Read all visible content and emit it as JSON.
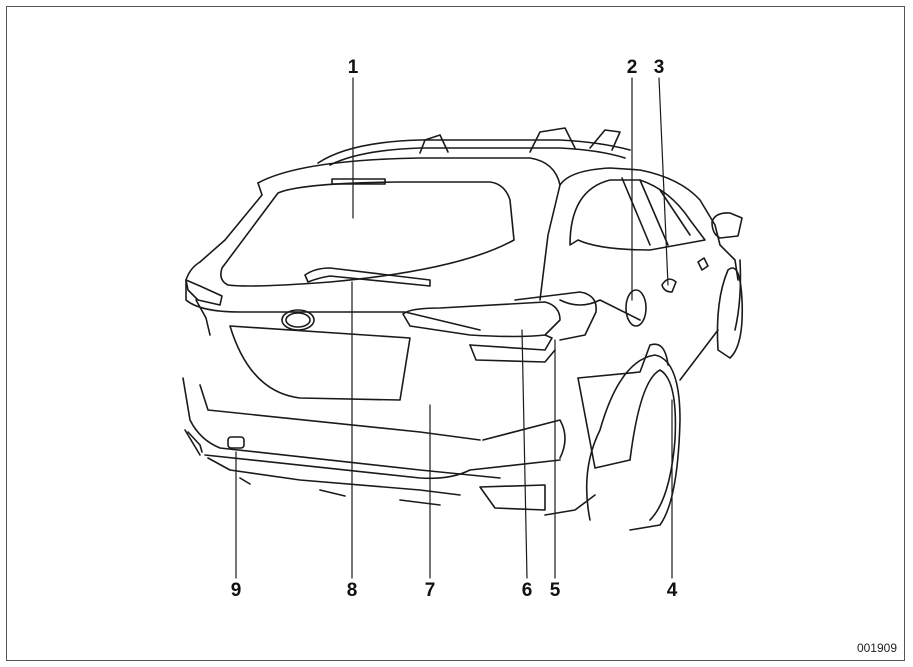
{
  "callouts": {
    "c1": "1",
    "c2": "2",
    "c3": "3",
    "c4": "4",
    "c5": "5",
    "c6": "6",
    "c7": "7",
    "c8": "8",
    "c9": "9"
  },
  "figure_id": "001909"
}
